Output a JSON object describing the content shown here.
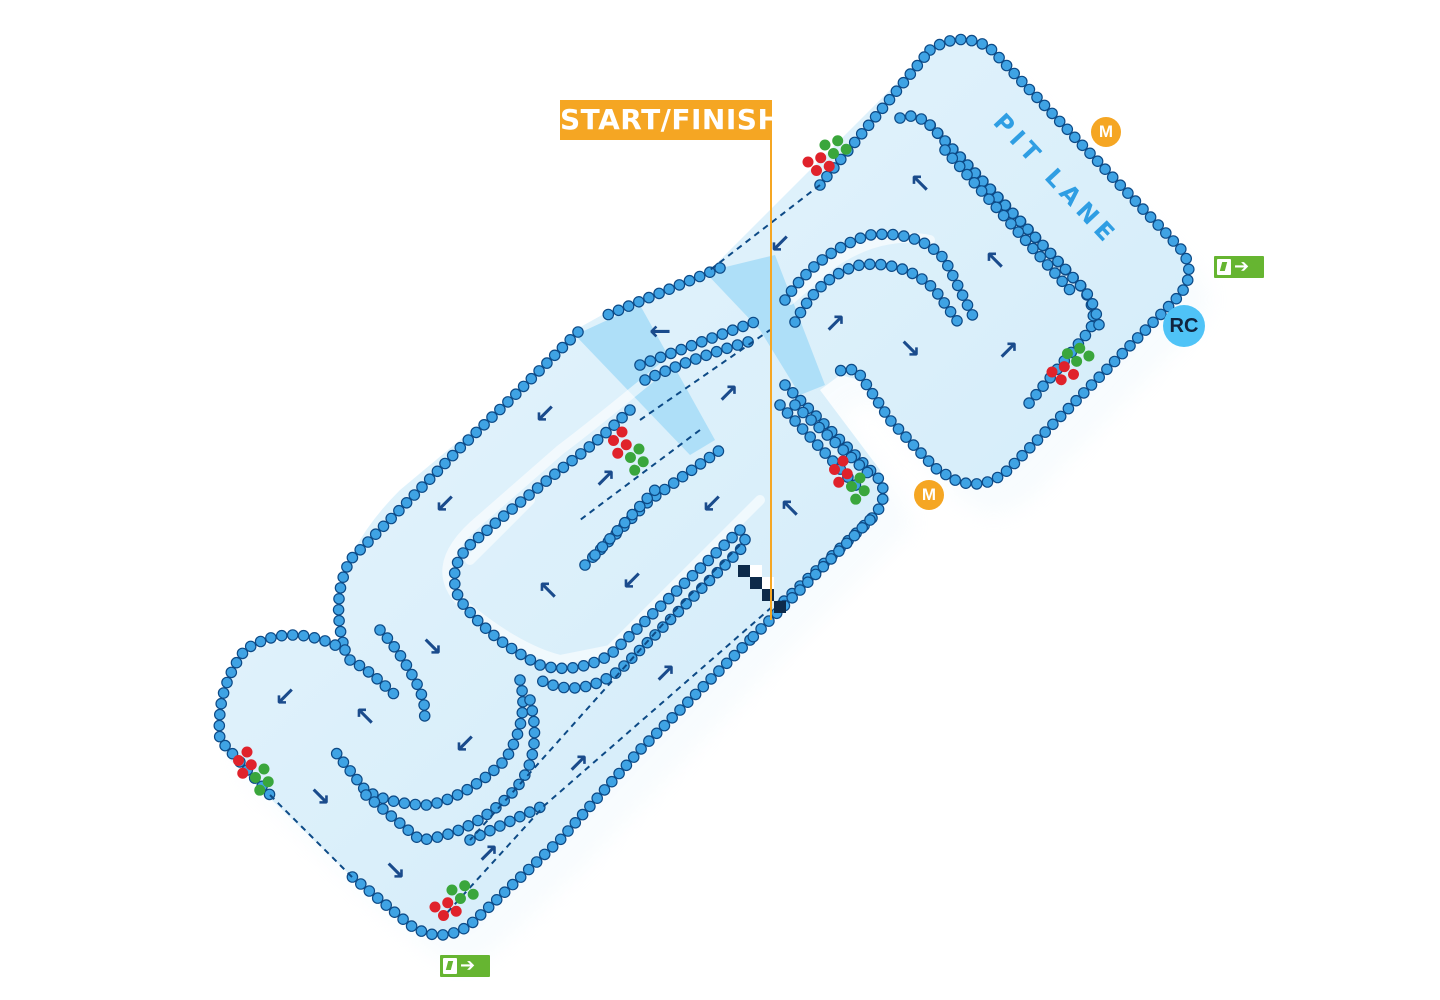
{
  "map": {
    "start_finish_label": "START/FINISH",
    "pit_lane_label": "PIT LANE",
    "marshal_label": "M",
    "race_control_label": "RC",
    "colors": {
      "track_fill": "#d6eefb",
      "track_shade": "#8fd6f6",
      "curb_dot": "#3fa3e4",
      "curb_outline": "#0d4a86",
      "arrow": "#1a4b8c",
      "label_orange": "#f5a623",
      "pit_text": "#2f9ee3",
      "light_red": "#e0222b",
      "light_green": "#3aa63c",
      "exit_green": "#66b531"
    },
    "icons": [
      "exit-sign-icon",
      "direction-arrow-icon",
      "start-lights-icon",
      "checkered-line-icon"
    ]
  }
}
